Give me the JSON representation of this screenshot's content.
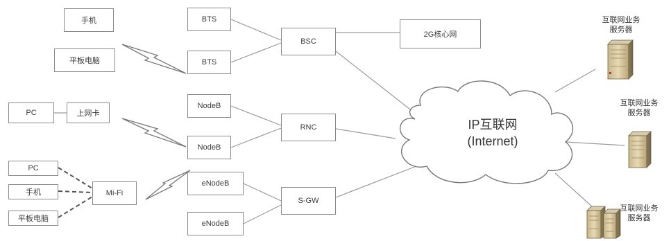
{
  "devices": {
    "phone_top": "手机",
    "tablet_top": "平板电脑",
    "pc_mid": "PC",
    "netcard": "上网卡",
    "pc_bottom": "PC",
    "phone_bottom": "手机",
    "tablet_bottom": "平板电脑",
    "mifi": "Mi-Fi"
  },
  "stations": {
    "bts1": "BTS",
    "bts2": "BTS",
    "nodeb1": "NodeB",
    "nodeb2": "NodeB",
    "enodeb1": "eNodeB",
    "enodeb2": "eNodeB"
  },
  "controllers": {
    "bsc": "BSC",
    "rnc": "RNC",
    "sgw": "S-GW",
    "core2g": "2G核心网"
  },
  "cloud": {
    "line1": "IP互联网",
    "line2": "(Internet)"
  },
  "servers": [
    {
      "line1": "互联网业务",
      "line2": "服务器"
    },
    {
      "line1": "互联网业务",
      "line2": "服务器"
    },
    {
      "line1": "互联网业务",
      "line2": "服务器"
    }
  ]
}
